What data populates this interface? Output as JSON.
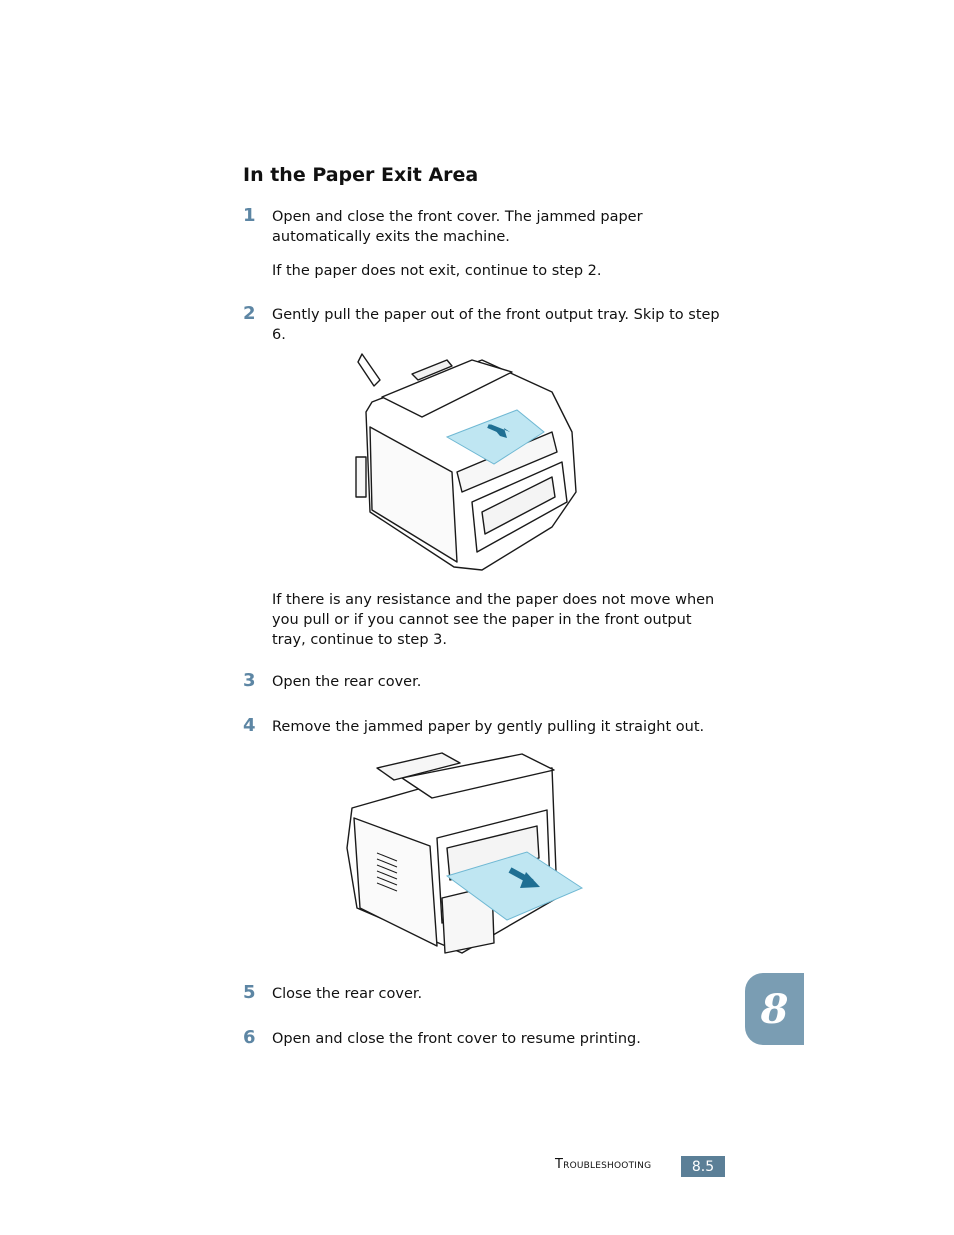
{
  "section": {
    "heading": "In the Paper Exit Area"
  },
  "steps": [
    {
      "number": "1",
      "text": "Open and close the front cover. The jammed paper automatically exits the machine.",
      "note": "If the paper does not exit, continue to step 2."
    },
    {
      "number": "2",
      "text": "Gently pull the paper out of the front output tray. Skip to step 6.",
      "note": "If there is any resistance and the paper does not move when you pull or if you cannot see the paper in the front output tray, continue to step 3."
    },
    {
      "number": "3",
      "text": "Open the rear cover."
    },
    {
      "number": "4",
      "text": "Remove the jammed paper by gently pulling it straight out."
    },
    {
      "number": "5",
      "text": "Close the rear cover."
    },
    {
      "number": "6",
      "text": "Open and close the front cover to resume printing."
    }
  ],
  "chapter_tab": {
    "number": "8"
  },
  "footer": {
    "label": "Troubleshooting",
    "page": "8.5"
  },
  "colors": {
    "accent": "#5d86a4",
    "tab": "#7a9db3",
    "footer_box": "#5b7f97",
    "paper": "#bfe6f2"
  }
}
